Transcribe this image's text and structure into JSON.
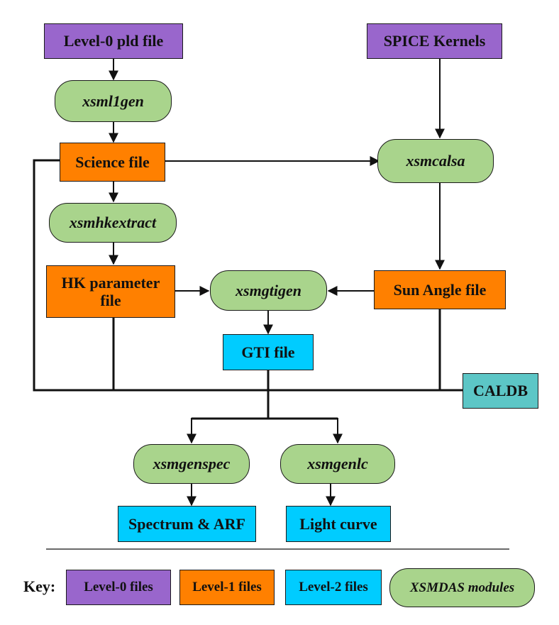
{
  "nodes": {
    "level0_pld": "Level-0 pld file",
    "spice": "SPICE Kernels",
    "xsml1gen": "xsml1gen",
    "science": "Science file",
    "xsmcalsa": "xsmcalsa",
    "xsmhkextract": "xsmhkextract",
    "hk_param": "HK parameter file",
    "xsmgtigen": "xsmgtigen",
    "sun_angle": "Sun Angle file",
    "gti": "GTI file",
    "caldb": "CALDB",
    "xsmgenspec": "xsmgenspec",
    "xsmgenlc": "xsmgenlc",
    "spectrum_arf": "Spectrum & ARF",
    "light_curve": "Light curve"
  },
  "key": {
    "label": "Key:",
    "level0": "Level-0 files",
    "level1": "Level-1 files",
    "level2": "Level-2 files",
    "modules": "XSMDAS modules"
  },
  "colors": {
    "level0": "#9966cc",
    "level1": "#ff8000",
    "level2": "#00ccff",
    "caldb": "#5cc6c6",
    "modules": "#a9d48c"
  }
}
